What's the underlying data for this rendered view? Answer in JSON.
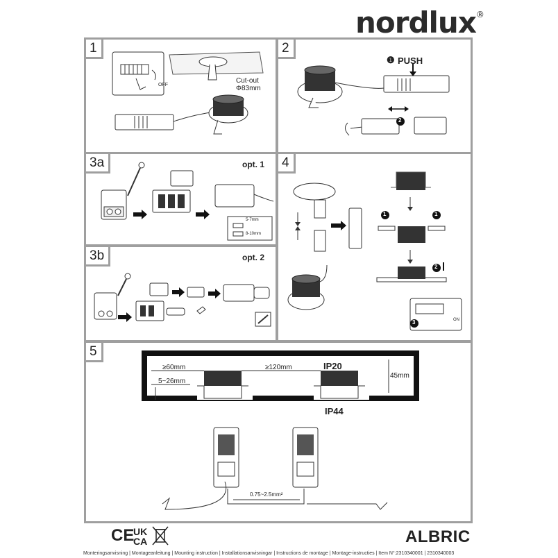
{
  "brand": {
    "name": "nordlux",
    "registered": "®"
  },
  "panel1": {
    "step": "1",
    "cutout_label": "Cut-out",
    "cutout_size": "Φ83mm",
    "switch_off": "OFF"
  },
  "panel2": {
    "step": "2",
    "push_num": "❶",
    "push_label": "PUSH",
    "sub_step": "2"
  },
  "panel3a": {
    "step": "3a",
    "option": "opt. 1",
    "strip1": "5-7mm",
    "strip2": "8-10mm"
  },
  "panel3b": {
    "step": "3b",
    "option": "opt. 2"
  },
  "panel4": {
    "step": "4",
    "sub1": "1",
    "sub2": "2",
    "sub3": "3",
    "switch_on": "ON"
  },
  "panel5": {
    "step": "5",
    "ip_top": "IP20",
    "ip_bottom": "IP44",
    "dist_edge": "≥60mm",
    "dist_between": "≥120mm",
    "dist_side": "5~26mm",
    "depth": "45mm",
    "cable": "0.75~2.5mm²"
  },
  "footer": {
    "product": "ALBRIC",
    "marks": {
      "ce": "CE",
      "ukca_top": "UK",
      "ukca_bottom": "CA"
    },
    "text": "Monteringsanvisning | Montageanleitung | Mounting instruction | Installationsanvisningar | Instructions de montage | Montage-instructies | Item N°:2310340001 | 2310340003"
  }
}
